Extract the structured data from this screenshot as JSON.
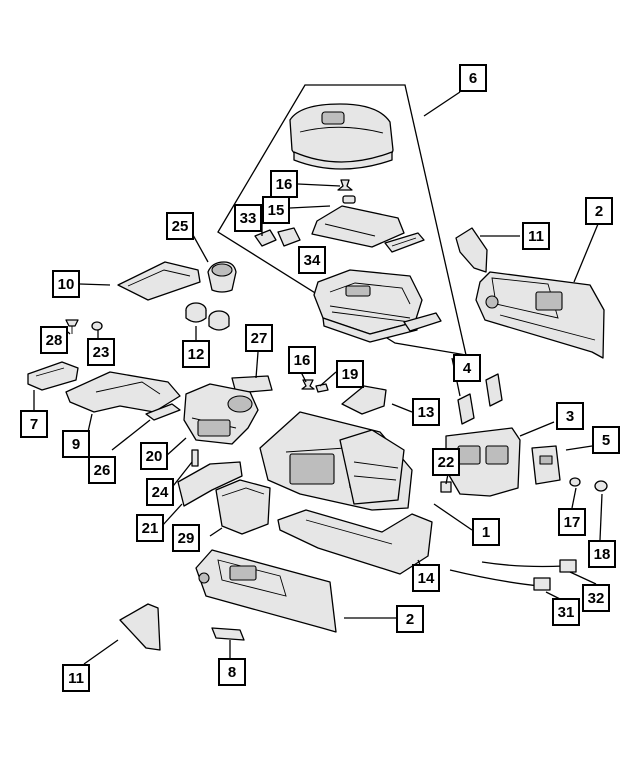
{
  "callouts": [
    {
      "id": "c6",
      "label": "6"
    },
    {
      "id": "c16a",
      "label": "16"
    },
    {
      "id": "c15",
      "label": "15"
    },
    {
      "id": "c33",
      "label": "33"
    },
    {
      "id": "c25",
      "label": "25"
    },
    {
      "id": "c34",
      "label": "34"
    },
    {
      "id": "c11a",
      "label": "11"
    },
    {
      "id": "c2a",
      "label": "2"
    },
    {
      "id": "c10",
      "label": "10"
    },
    {
      "id": "c28",
      "label": "28"
    },
    {
      "id": "c23",
      "label": "23"
    },
    {
      "id": "c12",
      "label": "12"
    },
    {
      "id": "c27",
      "label": "27"
    },
    {
      "id": "c16b",
      "label": "16"
    },
    {
      "id": "c19",
      "label": "19"
    },
    {
      "id": "c4",
      "label": "4"
    },
    {
      "id": "c7",
      "label": "7"
    },
    {
      "id": "c9",
      "label": "9"
    },
    {
      "id": "c26",
      "label": "26"
    },
    {
      "id": "c20",
      "label": "20"
    },
    {
      "id": "c13",
      "label": "13"
    },
    {
      "id": "c3",
      "label": "3"
    },
    {
      "id": "c5",
      "label": "5"
    },
    {
      "id": "c22",
      "label": "22"
    },
    {
      "id": "c24",
      "label": "24"
    },
    {
      "id": "c21",
      "label": "21"
    },
    {
      "id": "c29",
      "label": "29"
    },
    {
      "id": "c1",
      "label": "1"
    },
    {
      "id": "c17",
      "label": "17"
    },
    {
      "id": "c18",
      "label": "18"
    },
    {
      "id": "c14",
      "label": "14"
    },
    {
      "id": "c32",
      "label": "32"
    },
    {
      "id": "c31",
      "label": "31"
    },
    {
      "id": "c2b",
      "label": "2"
    },
    {
      "id": "c8",
      "label": "8"
    },
    {
      "id": "c11b",
      "label": "11"
    }
  ]
}
